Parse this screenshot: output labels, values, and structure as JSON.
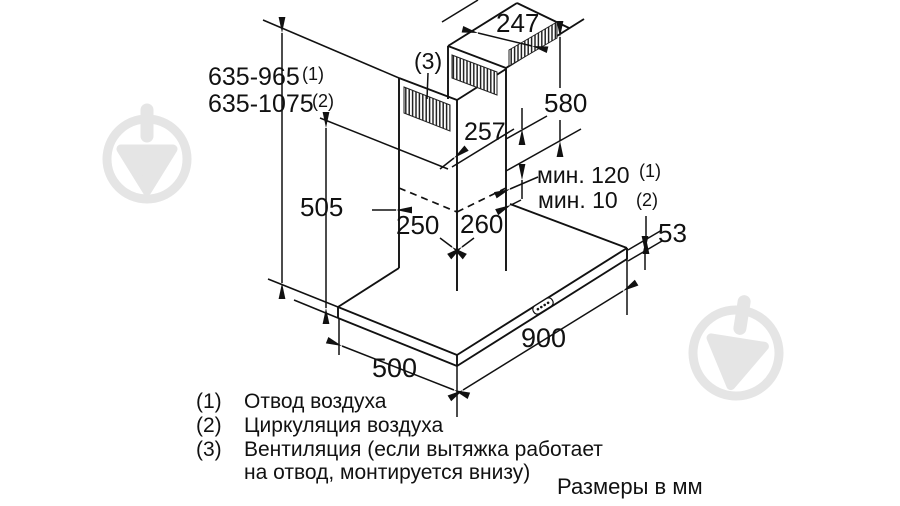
{
  "diagram": {
    "dimensions": {
      "top_width": "247",
      "upper_duct_height": "580",
      "upper_duct_depth": "257",
      "height_range_1": "635-965",
      "height_range_1_ref": "(1)",
      "height_range_2": "635-1075",
      "height_range_2_ref": "(2)",
      "vent_ref": "(3)",
      "min_overlap_1": "мин. 120",
      "min_overlap_1_ref": "(1)",
      "min_overlap_2": "мин. 10",
      "min_overlap_2_ref": "(2)",
      "chimney_height": "505",
      "chimney_width": "250",
      "chimney_depth": "260",
      "body_thickness": "53",
      "body_width": "900",
      "body_depth": "500"
    },
    "legend": [
      {
        "ref": "(1)",
        "text": "Отвод воздуха"
      },
      {
        "ref": "(2)",
        "text": "Циркуляция воздуха"
      },
      {
        "ref": "(3)",
        "text": "Вентиляция (если вытяжка работает",
        "text2": "на отвод, монтируется внизу)"
      }
    ],
    "footer": "Размеры в мм",
    "line_color": "#111111",
    "watermark_color": "#e5e5e5"
  }
}
